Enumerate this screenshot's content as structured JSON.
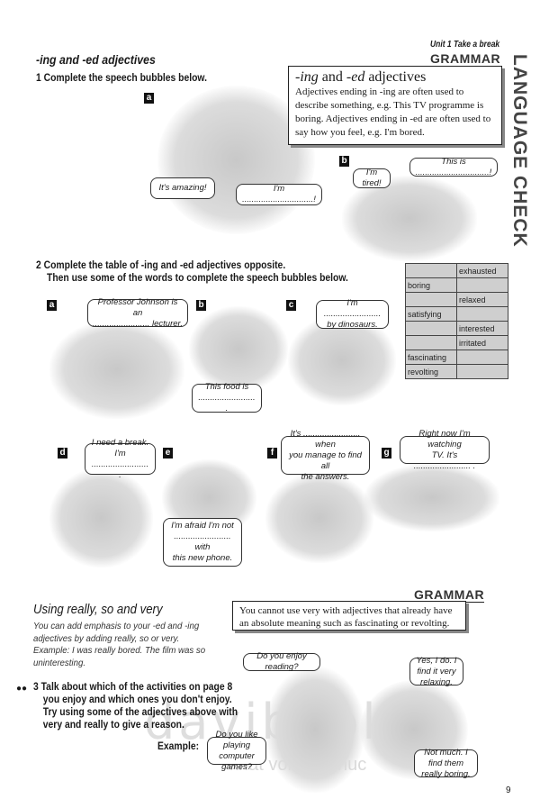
{
  "header": {
    "unit": "Unit 1  Take a break",
    "grammar": "GRAMMAR",
    "side_tab": "LANGUAGE CHECK"
  },
  "section1": {
    "title": "-ing and -ed adjectives",
    "ex1": "1  Complete the speech bubbles below.",
    "grammar_box": {
      "title_a": "-ing",
      "title_b": " and ",
      "title_c": "-ed",
      "title_d": " adjectives",
      "body": "Adjectives ending in -ing are often used to describe something, e.g. This TV programme is boring. Adjectives ending in -ed are often used to say how you feel, e.g. I'm bored."
    },
    "a": {
      "label": "a",
      "bubbles": [
        "It's amazing!",
        "I'm ..............................!"
      ]
    },
    "b": {
      "label": "b",
      "bubbles": [
        "I'm tired!",
        "This is ...............................!"
      ]
    }
  },
  "section2": {
    "ex2_line1": "2  Complete the table of -ing and -ed adjectives opposite.",
    "ex2_line2": "Then use some of the words to complete the speech bubbles below.",
    "table": [
      [
        "",
        "exhausted"
      ],
      [
        "boring",
        ""
      ],
      [
        "",
        "relaxed"
      ],
      [
        "satisfying",
        ""
      ],
      [
        "",
        "interested"
      ],
      [
        "",
        "irritated"
      ],
      [
        "fascinating",
        ""
      ],
      [
        "revolting",
        ""
      ]
    ],
    "pictures": [
      {
        "label": "a",
        "lines": [
          "Professor Johnson is an",
          "........................ lecturer."
        ]
      },
      {
        "label": "b",
        "lines": [
          "This food is",
          "........................ ."
        ]
      },
      {
        "label": "c",
        "lines": [
          "I'm ........................",
          "by dinosaurs."
        ]
      },
      {
        "label": "d",
        "lines": [
          "I need a break.",
          "I'm ........................ ."
        ]
      },
      {
        "label": "e",
        "lines": [
          "I'm afraid I'm not",
          "........................ with",
          "this new phone."
        ]
      },
      {
        "label": "f",
        "lines": [
          "It's ........................ when",
          "you manage to find all",
          "the answers."
        ]
      },
      {
        "label": "g",
        "lines": [
          "Right now I'm watching",
          "TV. It's ........................ ."
        ]
      }
    ]
  },
  "section3": {
    "grammar": "GRAMMAR",
    "note": "You cannot use very with adjectives that already have an absolute meaning such as fascinating or revolting.",
    "title": "Using really, so and very",
    "para": [
      "You can add emphasis to your -ed and -ing",
      "adjectives by adding really, so or very.",
      "Example: I was really bored. The film was so",
      "uninteresting."
    ],
    "ex3": [
      "3  Talk about which of the activities on page 8",
      "you enjoy and which ones you don't enjoy.",
      "Try using some of the adjectives above with",
      "very and really to give a reason."
    ],
    "example_label": "Example:",
    "bubbles": [
      "Do you enjoy reading?",
      "Yes, I do. I find it very relaxing.",
      "Do you like playing computer games?",
      "Not much. I find them really boring."
    ]
  },
  "watermark": {
    "line1": "davibooks",
    "line2": "khat vong tri thuc"
  },
  "page_number": "9"
}
